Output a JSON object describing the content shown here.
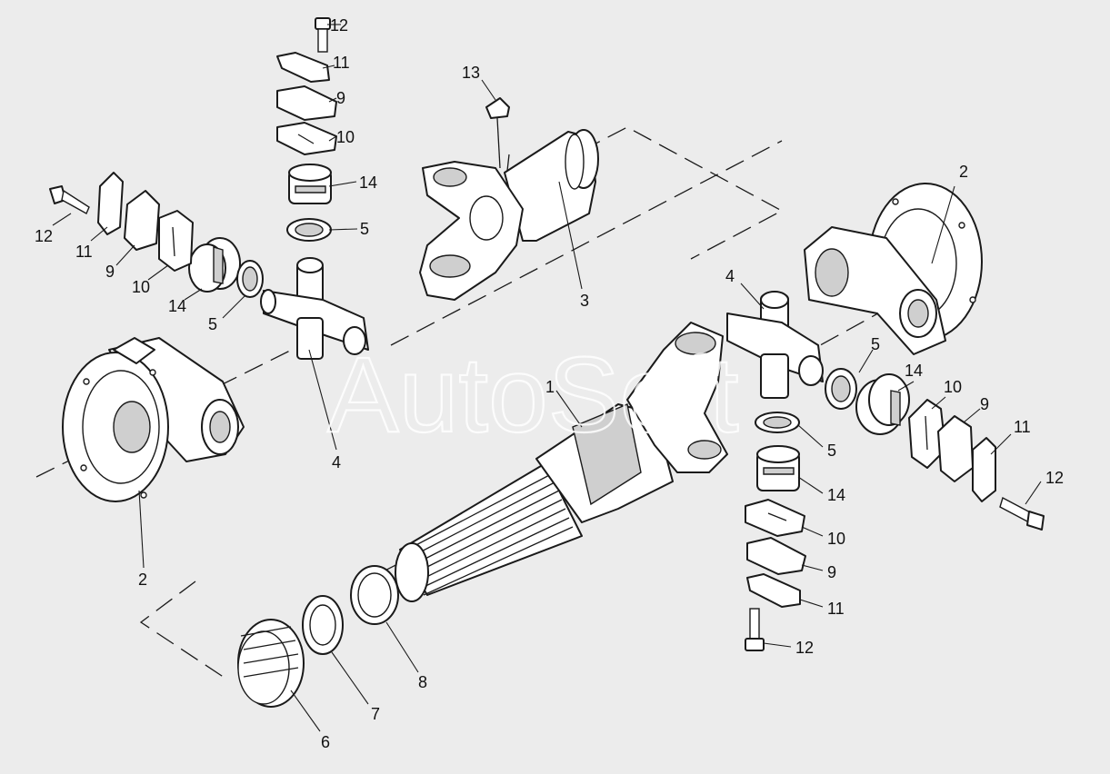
{
  "watermark": {
    "text": "AutoSoft"
  },
  "callouts": {
    "shaft_1": "1",
    "flange_yoke_left": "2",
    "flange_yoke_right": "2",
    "slip_yoke_3": "3",
    "cross_left": "4",
    "cross_right": "4",
    "seal_left_top": "5",
    "seal_left_side": "5",
    "seal_right_side": "5",
    "seal_right_bottom": "5",
    "needle_bearing_6": "6",
    "ring_7": "7",
    "ring_8": "8",
    "plate9_top": "9",
    "plate9_left": "9",
    "plate9_right": "9",
    "plate9_bottom": "9",
    "plate10_top": "10",
    "plate10_left": "10",
    "plate10_right": "10",
    "plate10_bottom": "10",
    "lockplate11_top": "11",
    "lockplate11_left": "11",
    "lockplate11_right": "11",
    "lockplate11_bottom": "11",
    "bolt12_top": "12",
    "bolt12_left": "12",
    "bolt12_right": "12",
    "bolt12_bottom": "12",
    "fitting_13": "13",
    "cup14_top": "14",
    "cup14_left": "14",
    "cup14_right": "14",
    "cup14_bottom": "14"
  }
}
